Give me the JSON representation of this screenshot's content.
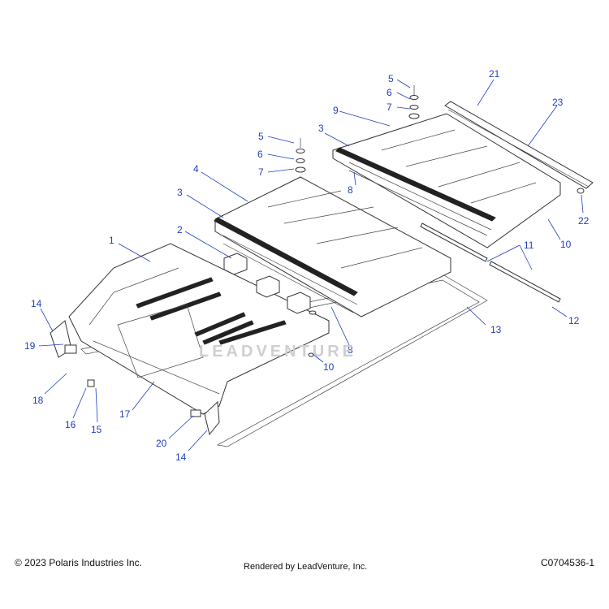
{
  "callouts": [
    "1",
    "2",
    "3",
    "3",
    "4",
    "5",
    "5",
    "6",
    "6",
    "7",
    "7",
    "8",
    "8",
    "9",
    "10",
    "10",
    "10",
    "11",
    "12",
    "13",
    "14",
    "14",
    "15",
    "16",
    "17",
    "18",
    "19",
    "20",
    "21",
    "22",
    "23"
  ],
  "watermark": "LEADVENTURE",
  "footer": {
    "copyright": "© 2023 Polaris Industries Inc.",
    "rendered_by": "Rendered by LeadVenture, Inc.",
    "catalog_number": "C0704536-1"
  },
  "colors": {
    "callout": "#1f3fbf",
    "line": "#333333"
  }
}
